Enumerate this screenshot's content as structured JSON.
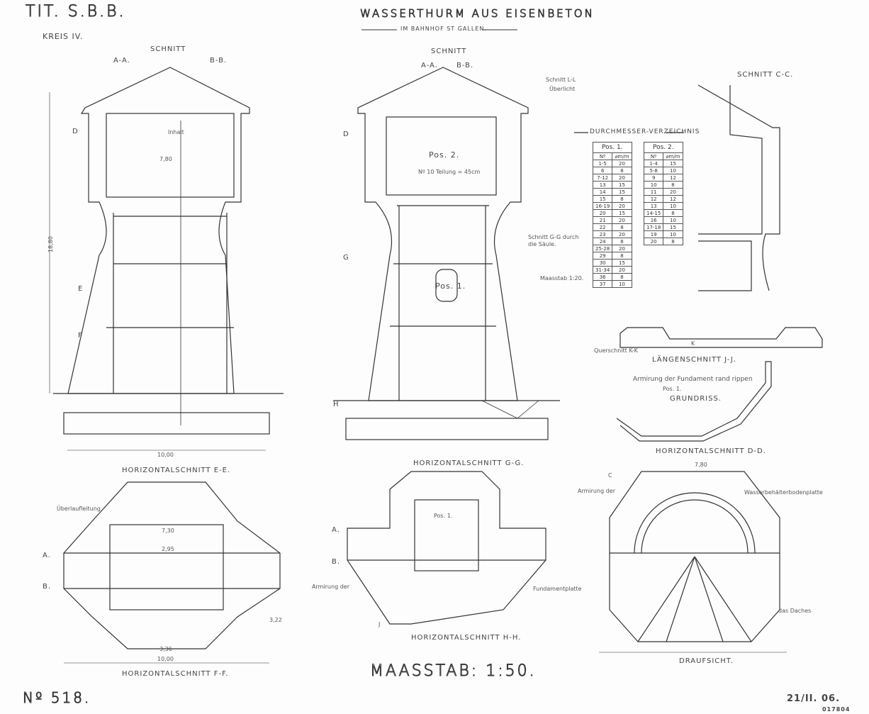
{
  "header": {
    "office": "TIT. S.B.B.",
    "district": "KREIS IV.",
    "title": "WASSERTHURM AUS EISENBETON",
    "subtitle": "IM BAHNHOF ST GALLEN."
  },
  "left_section": {
    "title": "SCHNITT",
    "a": "A-A.",
    "b": "B-B.",
    "d": "D",
    "e": "E",
    "f": "F",
    "content": "Inhalt",
    "width_total": "10,00",
    "height_total": "18,80",
    "inner": "7,80"
  },
  "middle_section": {
    "title": "SCHNITT",
    "a": "A-A.",
    "b": "B-B.",
    "d": "D",
    "g": "G",
    "h": "H",
    "pos2": "Pos. 2.",
    "pos1": "Pos. 1.",
    "note": "Nº 10 Teilung = 45cm"
  },
  "schnitt_ll": {
    "title": "Schnitt L-L",
    "sub": "Überlicht"
  },
  "diameter_table": {
    "title": "DURCHMESSER-VERZEICHNIS",
    "pos1": {
      "title": "Pos. 1.",
      "headers": [
        "Nº",
        "⌀m/m"
      ],
      "rows": [
        [
          "1-5",
          "20"
        ],
        [
          "6",
          "8"
        ],
        [
          "7-12",
          "20"
        ],
        [
          "13",
          "15"
        ],
        [
          "14",
          "15"
        ],
        [
          "15",
          "8"
        ],
        [
          "16-19",
          "20"
        ],
        [
          "20",
          "15"
        ],
        [
          "21",
          "20"
        ],
        [
          "22",
          "8"
        ],
        [
          "23",
          "20"
        ],
        [
          "24",
          "8"
        ],
        [
          "25-28",
          "20"
        ],
        [
          "29",
          "8"
        ],
        [
          "30",
          "15"
        ],
        [
          "31-34",
          "20"
        ],
        [
          "36",
          "8"
        ],
        [
          "37",
          "10"
        ]
      ]
    },
    "pos2": {
      "title": "Pos. 2.",
      "headers": [
        "Nº",
        "⌀m/m"
      ],
      "rows": [
        [
          "1-4",
          "15"
        ],
        [
          "5-8",
          "10"
        ],
        [
          "9",
          "12"
        ],
        [
          "10",
          "8"
        ],
        [
          "11",
          "20"
        ],
        [
          "12",
          "12"
        ],
        [
          "13",
          "10"
        ],
        [
          "14-15",
          "8"
        ],
        [
          "16",
          "10"
        ],
        [
          "17-18",
          "15"
        ],
        [
          "19",
          "10"
        ],
        [
          "20",
          "8"
        ]
      ]
    }
  },
  "schnitt_gg": {
    "title": "Schnitt G-G durch die Säule.",
    "scale": "Maasstab 1:20."
  },
  "schnitt_cc": {
    "title": "SCHNITT C-C."
  },
  "laengsschnitt": {
    "title": "LÄNGENSCHNITT J-J.",
    "cross": "Querschnitt K-K",
    "k": "K"
  },
  "grundriss": {
    "note": "Armirung der Fundament rand rippen",
    "pos": "Pos. 1.",
    "title": "GRUNDRISS."
  },
  "horizontal_ee": {
    "title": "HORIZONTALSCHNITT E-E.",
    "overflow": "Überlaufleitung",
    "a": "A.",
    "b": "B.",
    "d1": "7,30",
    "d2": "2,95"
  },
  "horizontal_ff": {
    "title": "HORIZONTALSCHNITT F-F.",
    "width": "10,00",
    "d1": "3,36",
    "d2": "3,22"
  },
  "horizontal_gg": {
    "title": "HORIZONTALSCHNITT G-G.",
    "pos": "Pos. 1.",
    "a": "A.",
    "b": "B.",
    "j": "J",
    "armirung": "Armirung der",
    "fundament": "Fundamentplatte"
  },
  "horizontal_hh": {
    "title": "HORIZONTALSCHNITT H-H."
  },
  "horizontal_dd": {
    "title": "HORIZONTALSCHNITT D-D.",
    "c": "C",
    "width": "7,80",
    "armirung": "Armirung der",
    "tank": "Wasserbehälterbodenplatte",
    "roof": "das Daches"
  },
  "draufsicht": {
    "title": "DRAUFSICHT."
  },
  "footer": {
    "scale": "MAASSTAB: 1:50.",
    "number": "Nº 518.",
    "date": "21/II. 06.",
    "archive": "017804"
  }
}
